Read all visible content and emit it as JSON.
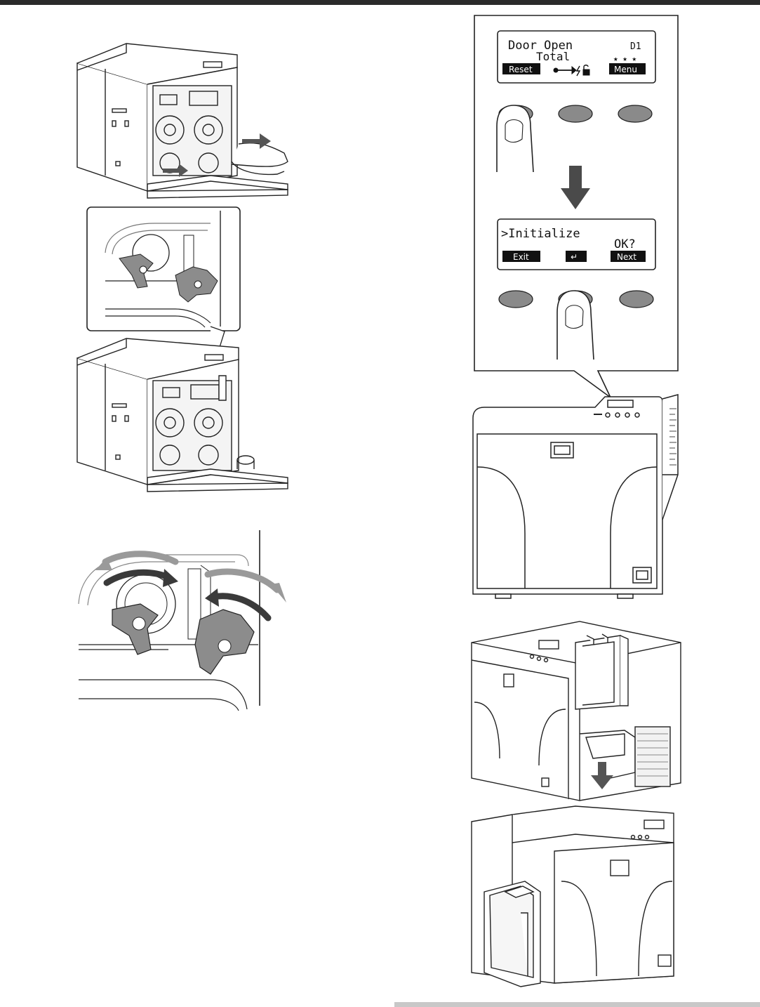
{
  "colors": {
    "page_bar": "#2a2a2a",
    "button_gray": "#8a8a8a",
    "arrow_dark": "#4a4a4a",
    "arrow_light": "#9a9a9a",
    "knob_gray": "#8c8c8c"
  },
  "panel": {
    "screen1": {
      "line1": "Door Open",
      "code": "D1",
      "line2": "Total",
      "stars": "★ ★ ★",
      "left_tag": "Reset",
      "right_tag": "Menu",
      "status_icons": "usb-lightning-lock-icons"
    },
    "screen2": {
      "line1": ">Initialize",
      "line2": "OK?",
      "left_tag": "Exit",
      "center_tag": "↵",
      "right_tag": "Next"
    }
  }
}
